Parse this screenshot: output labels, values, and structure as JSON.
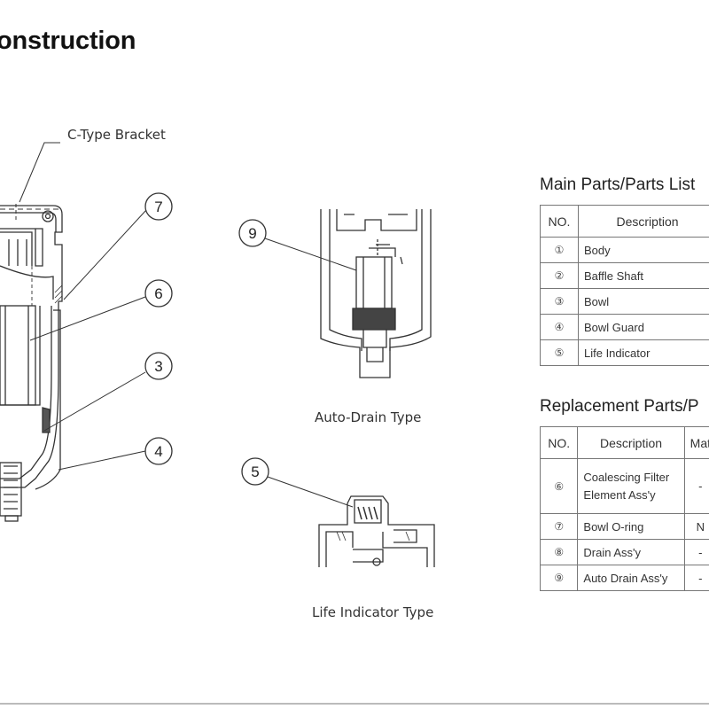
{
  "title": "onstruction",
  "labels": {
    "c_type_bracket": "C-Type Bracket",
    "auto_drain_type": "Auto-Drain Type",
    "life_indicator_type": "Life Indicator Type"
  },
  "callouts": {
    "c7": "7",
    "c6": "6",
    "c3": "3",
    "c4": "4",
    "c9": "9",
    "c5": "5"
  },
  "main_parts": {
    "title": "Main Parts/Parts List",
    "headers": {
      "no": "NO.",
      "description": "Description"
    },
    "rows": [
      {
        "no": "①",
        "description": "Body"
      },
      {
        "no": "②",
        "description": "Baffle Shaft"
      },
      {
        "no": "③",
        "description": "Bowl"
      },
      {
        "no": "④",
        "description": "Bowl Guard"
      },
      {
        "no": "⑤",
        "description": "Life Indicator"
      }
    ]
  },
  "replacement_parts": {
    "title": "Replacement Parts/P",
    "headers": {
      "no": "NO.",
      "description": "Description",
      "material": "Mat"
    },
    "rows": [
      {
        "no": "⑥",
        "description_line1": "Coalescing Filter",
        "description_line2": "Element Ass'y",
        "material": "-"
      },
      {
        "no": "⑦",
        "description": "Bowl O-ring",
        "material": "N"
      },
      {
        "no": "⑧",
        "description": "Drain Ass'y",
        "material": "-"
      },
      {
        "no": "⑨",
        "description": "Auto Drain Ass'y",
        "material": "-"
      }
    ]
  }
}
